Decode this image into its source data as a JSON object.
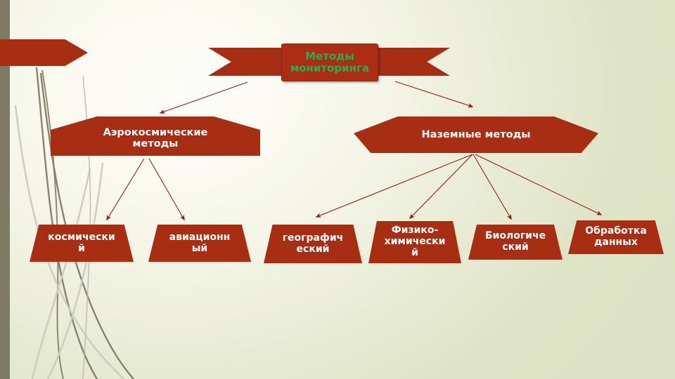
{
  "slide": {
    "title_node": {
      "text": "Методы\nмониторинга",
      "text_color": "#23b14d",
      "fill_color": "#ab2e14",
      "shape": "ribbon-banner"
    },
    "level2_nodes": [
      {
        "id": "aerospace",
        "text": "Аэрокосмические\nметоды",
        "shape": "pentagon-chevron",
        "fill_color": "#a72d13",
        "text_color": "#ffffff"
      },
      {
        "id": "ground",
        "text": "Наземные методы",
        "shape": "hexagon-chevron",
        "fill_color": "#a72d13",
        "text_color": "#ffffff"
      }
    ],
    "level3_nodes": [
      {
        "id": "space",
        "text": "космически\nй",
        "parent": "aerospace",
        "shape": "trapezoid",
        "fill_color": "#a72d13",
        "text_color": "#ffffff"
      },
      {
        "id": "aviation",
        "text": "авиационн\nый",
        "parent": "aerospace",
        "shape": "trapezoid",
        "fill_color": "#a72d13",
        "text_color": "#ffffff"
      },
      {
        "id": "geographic",
        "text": "географич\nеский",
        "parent": "ground",
        "shape": "trapezoid",
        "fill_color": "#a72d13",
        "text_color": "#ffffff"
      },
      {
        "id": "physchem",
        "text": "Физико-\nхимически\nй",
        "parent": "ground",
        "shape": "trapezoid",
        "fill_color": "#a72d13",
        "text_color": "#ffffff"
      },
      {
        "id": "biological",
        "text": "Биологиче\nский",
        "parent": "ground",
        "shape": "trapezoid",
        "fill_color": "#a72d13",
        "text_color": "#ffffff"
      },
      {
        "id": "dataproc",
        "text": "Обработка\nданных",
        "parent": "ground",
        "shape": "trapezoid",
        "fill_color": "#a72d13",
        "text_color": "#ffffff"
      }
    ],
    "decorations": {
      "corner_arrow": {
        "shape": "right-arrow-pentagon",
        "fill_color": "#a72d13"
      },
      "left_band_color": "#7e7a63",
      "stem_color": "#7e7a63",
      "stem_color_light": "#cfcfc2",
      "background_light": "#fdfdf8",
      "background_sage": "#dce2c3"
    },
    "connector_color": "#8c2410"
  }
}
